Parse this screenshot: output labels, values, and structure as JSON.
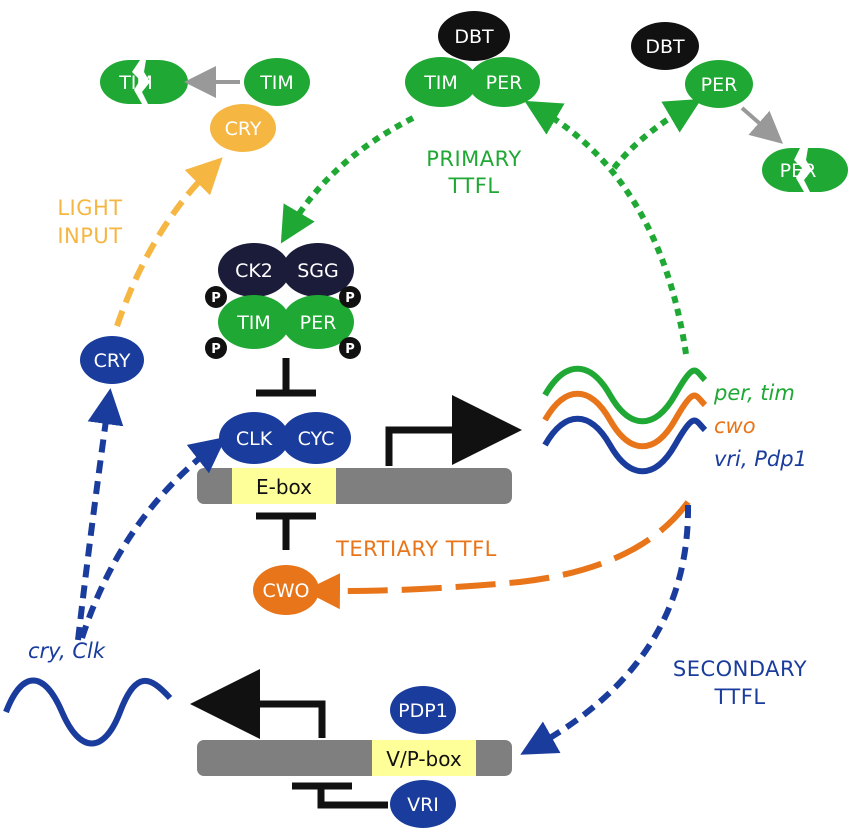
{
  "colors": {
    "green": "#1fa833",
    "blue": "#1a3c9c",
    "orange": "#e8751a",
    "light_orange": "#f5b642",
    "dark_navy": "#1b1b3a",
    "black": "#111111",
    "gray_gene": "#7f7f7f",
    "box_yellow": "#ffff99",
    "gray_arrow": "#999999"
  },
  "proteins": {
    "tim_broken_left": "TIM",
    "tim_top_left": "TIM",
    "cry_top": "CRY",
    "dbt_center": "DBT",
    "tim_center": "TIM",
    "per_center": "PER",
    "dbt_right": "DBT",
    "per_right": "PER",
    "per_broken": "PER",
    "ck2": "CK2",
    "sgg": "SGG",
    "tim_complex": "TIM",
    "per_complex": "PER",
    "phospho": "P",
    "cry_blue": "CRY",
    "clk": "CLK",
    "cyc": "CYC",
    "cwo": "CWO",
    "pdp1": "PDP1",
    "vri": "VRI"
  },
  "boxes": {
    "ebox": "E-box",
    "vpbox": "V/P-box"
  },
  "loops": {
    "light_input_line1": "LIGHT",
    "light_input_line2": "INPUT",
    "primary_line1": "PRIMARY",
    "primary_line2": "TTFL",
    "tertiary": "TERTIARY TTFL",
    "secondary_line1": "SECONDARY",
    "secondary_line2": "TTFL"
  },
  "genes": {
    "per_tim": "per, tim",
    "cwo": "cwo",
    "vri_pdp1": "vri, Pdp1",
    "cry_clk": "cry, Clk"
  }
}
